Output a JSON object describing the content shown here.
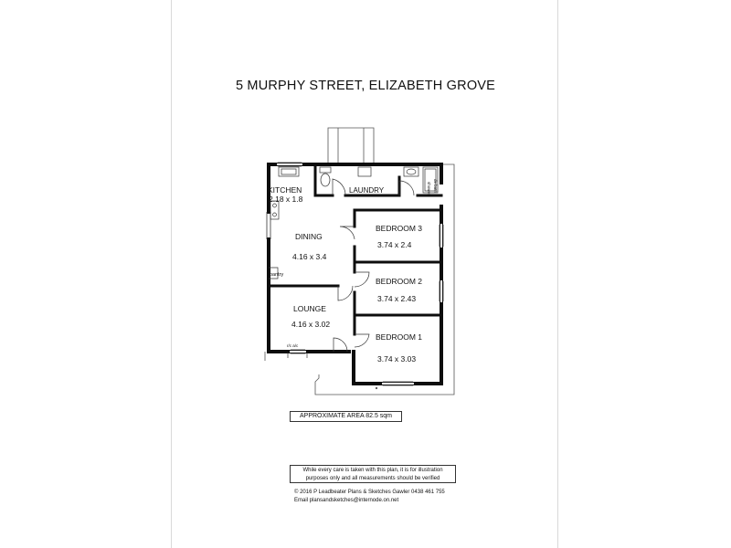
{
  "title": "5 MURPHY STREET, ELIZABETH GROVE",
  "rooms": {
    "kitchen": {
      "name": "KITCHEN",
      "dims": "2.18 x 1.8"
    },
    "laundry": {
      "name": "LAUNDRY"
    },
    "dining": {
      "name": "DINING",
      "dims": "4.16 x 3.4"
    },
    "pantry": {
      "name": "pantry"
    },
    "lounge": {
      "name": "LOUNGE",
      "dims": "4.16 x 3.02"
    },
    "bedroom3": {
      "name": "BEDROOM 3",
      "dims": "3.74 x 2.4"
    },
    "bedroom2": {
      "name": "BEDROOM 2",
      "dims": "3.74 x 2.43"
    },
    "bedroom1": {
      "name": "BEDROOM 1",
      "dims": "3.74 x 3.03"
    },
    "bath": {
      "shower": "shower",
      "bath": "de bath"
    },
    "rc_ac": "r/c a/c"
  },
  "area_note": "APPROXIMATE  AREA 82.5 sqm",
  "disclaimer": {
    "line1": "While every care is taken with this plan, it is for illustration",
    "line2": "purposes only and all measurements should be verified"
  },
  "credits": {
    "line1": "©  2016 P Leadbeater Plans & Sketches Gawler  0438 461 755",
    "line2": "Email plansandsketches@internode.on.net"
  },
  "colors": {
    "wall": "#0d0d0d",
    "thin_line": "#444444",
    "page": "#ffffff"
  }
}
